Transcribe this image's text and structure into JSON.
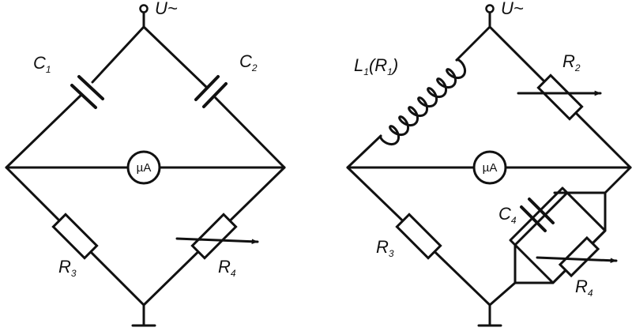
{
  "left_bridge": {
    "supply": "U~",
    "c1": {
      "main": "C",
      "sub": "1"
    },
    "c2": {
      "main": "C",
      "sub": "2"
    },
    "r3": {
      "main": "R",
      "sub": "3"
    },
    "r4": {
      "main": "R",
      "sub": "4"
    },
    "meter": "µA"
  },
  "right_bridge": {
    "supply": "U~",
    "l1": {
      "main": "L",
      "sub": "1",
      "paren_main": "R",
      "paren_sub": "1"
    },
    "r2": {
      "main": "R",
      "sub": "2"
    },
    "r3": {
      "main": "R",
      "sub": "3"
    },
    "c4": {
      "main": "C",
      "sub": "4"
    },
    "r4": {
      "main": "R",
      "sub": "4"
    },
    "meter": "µA"
  }
}
